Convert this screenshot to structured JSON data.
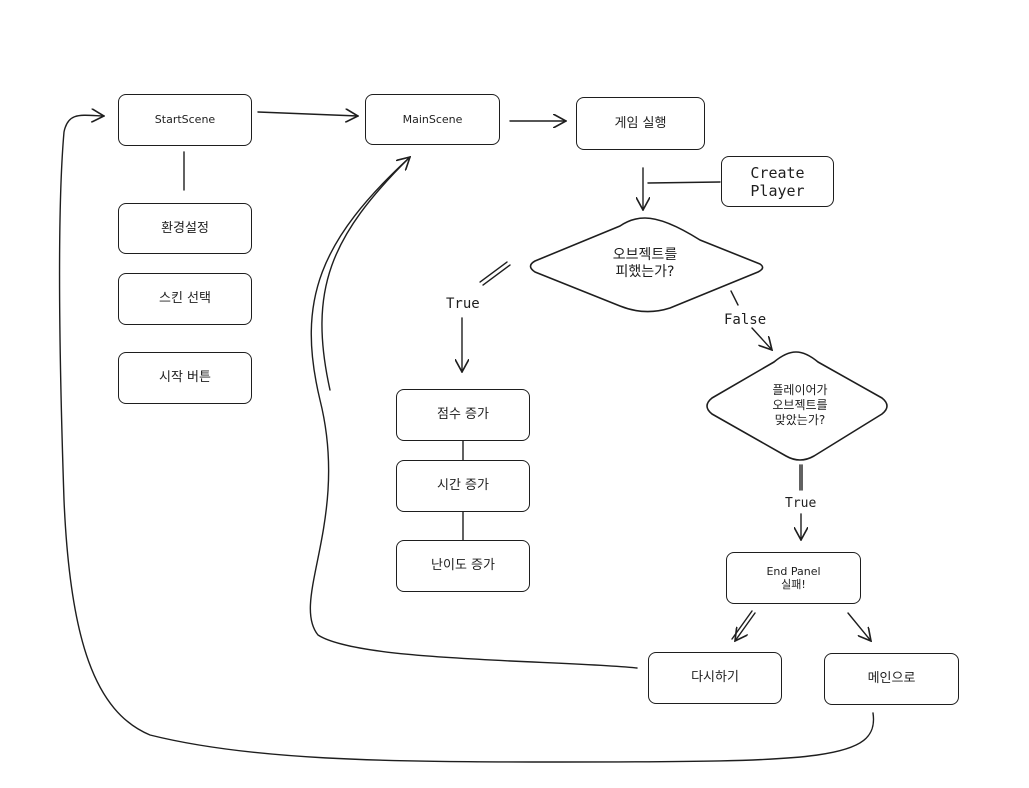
{
  "nodes": {
    "start_scene": "StartScene",
    "settings": "환경설정",
    "skin_select": "스킨 선택",
    "start_button": "시작 버튼",
    "main_scene": "MainScene",
    "run_game": "게임 실행",
    "create_player": "Create\nPlayer",
    "avoid_check": "오브젝트를\n피했는가?",
    "score_up": "점수 증가",
    "time_up": "시간 증가",
    "difficulty_up": "난이도 증가",
    "hit_check": "플레이어가\n오브젝트를\n맞았는가?",
    "end_panel_title": "End Panel",
    "end_panel_sub": "실패!",
    "retry": "다시하기",
    "to_main": "메인으로"
  },
  "edge_labels": {
    "true_left": "True",
    "false_right": "False",
    "true_down": "True"
  },
  "colors": {
    "stroke": "#1e1e1e",
    "background": "#ffffff"
  }
}
